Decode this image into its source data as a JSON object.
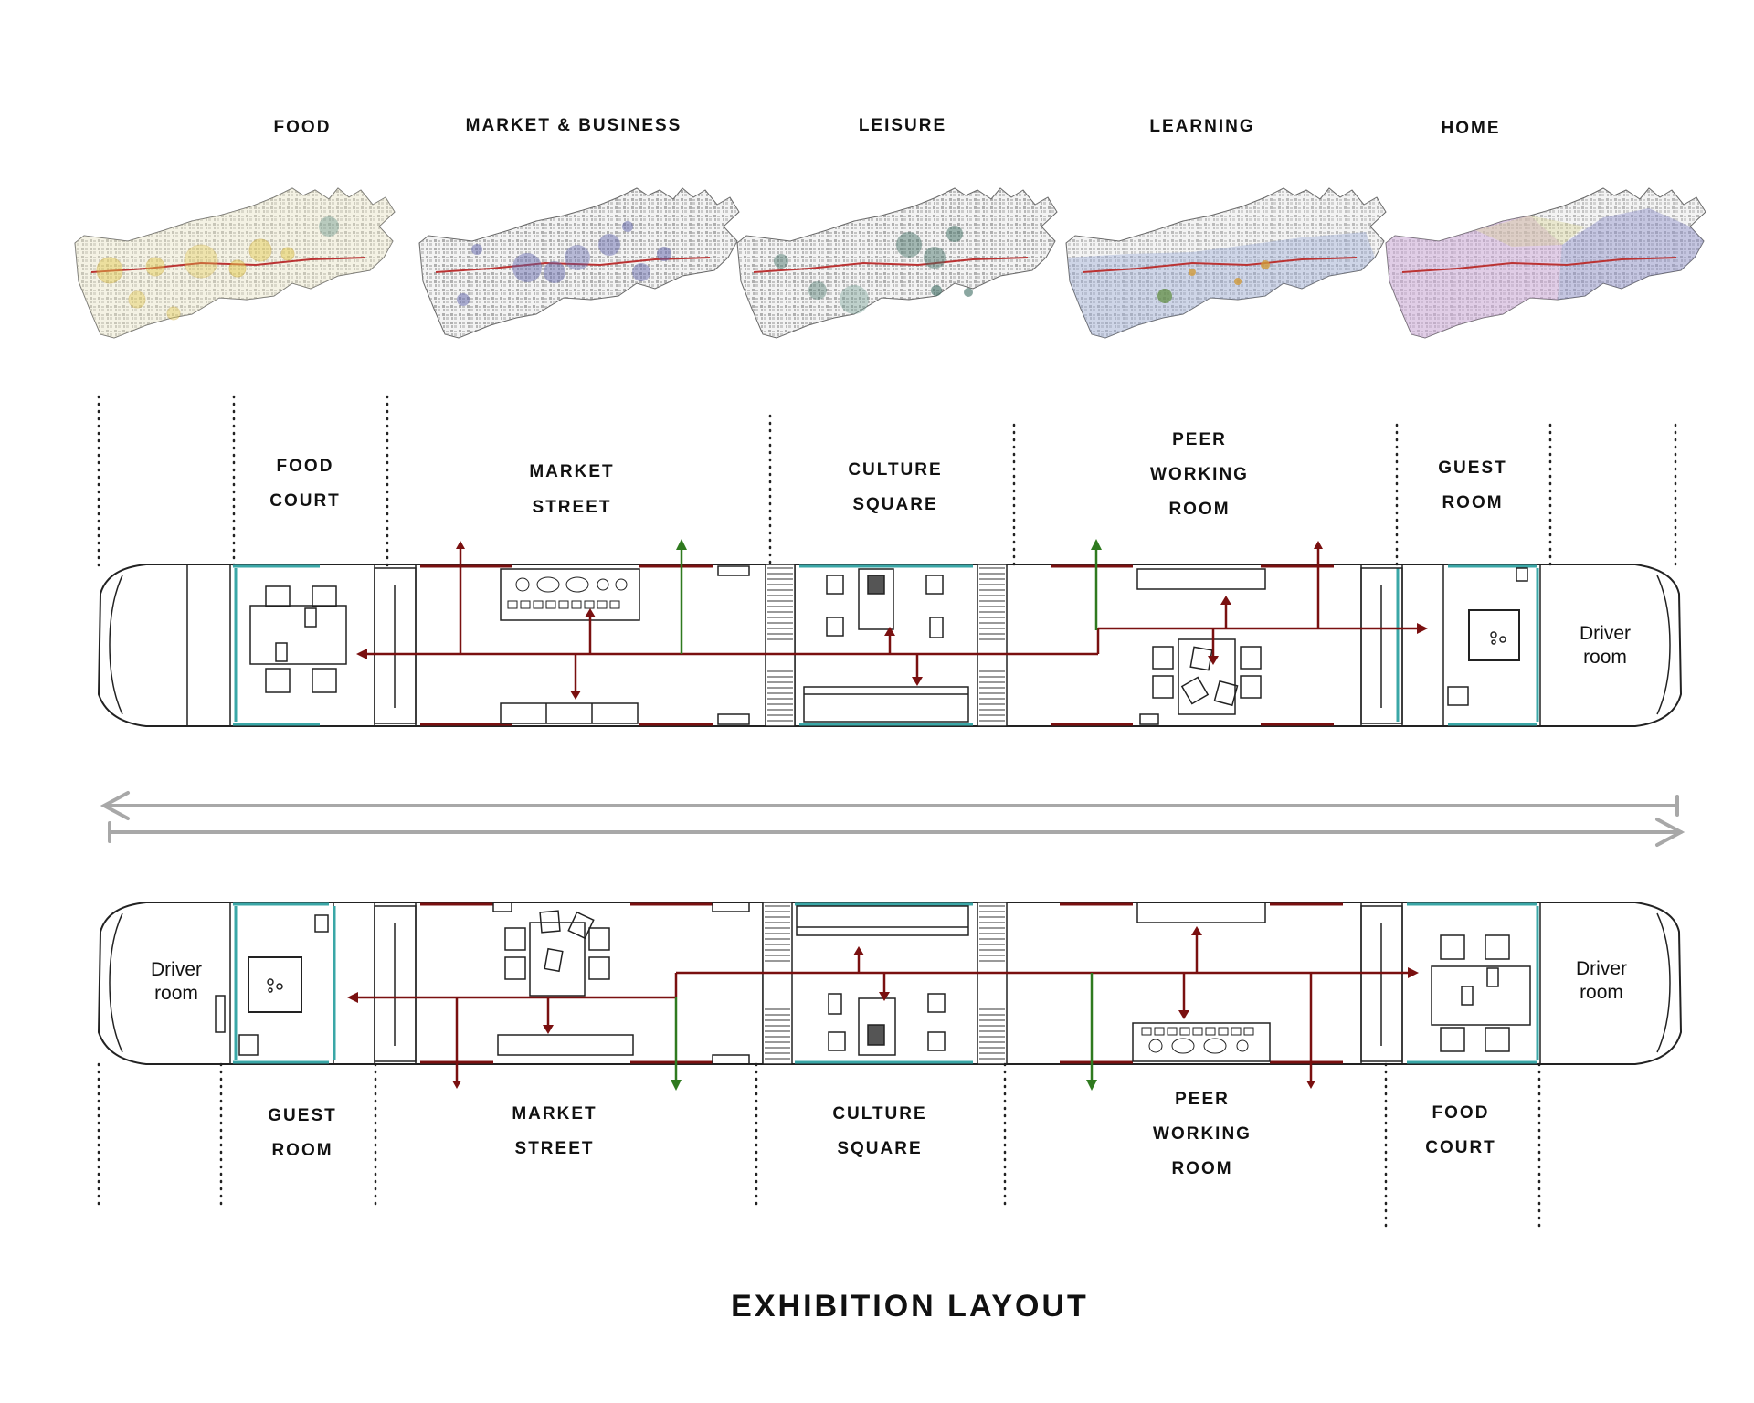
{
  "maps": [
    {
      "label": "FOOD",
      "color": "#e3c94a",
      "tint": "#f6f0c8"
    },
    {
      "label": "MARKET & BUSINESS",
      "color": "#5b5fa8",
      "tint": "#e2e3f2"
    },
    {
      "label": "LEISURE",
      "color": "#3e6d62",
      "tint": "#dfe9e5"
    },
    {
      "label": "LEARNING",
      "color": "#8a9fd0",
      "tint": "#dde3f3"
    },
    {
      "label": "HOME",
      "color": "#c9a0d8",
      "tint": "#eedff2"
    }
  ],
  "upper_zones": [
    {
      "line1": "FOOD",
      "line2": "COURT"
    },
    {
      "line1": "MARKET",
      "line2": "STREET"
    },
    {
      "line1": "CULTURE",
      "line2": "SQUARE"
    },
    {
      "line1": "PEER",
      "line2": "WORKING",
      "line3": "ROOM"
    },
    {
      "line1": "GUEST",
      "line2": "ROOM"
    }
  ],
  "lower_zones": [
    {
      "line1": "GUEST",
      "line2": "ROOM"
    },
    {
      "line1": "MARKET",
      "line2": "STREET"
    },
    {
      "line1": "CULTURE",
      "line2": "SQUARE"
    },
    {
      "line1": "PEER",
      "line2": "WORKING",
      "line3": "ROOM"
    },
    {
      "line1": "FOOD",
      "line2": "COURT"
    }
  ],
  "driver_room": {
    "line1": "Driver",
    "line2": "room"
  },
  "title": "EXHIBITION LAYOUT",
  "colors": {
    "flow": "#7a1010",
    "exit": "#2f7a1f",
    "wall_teal": "#3aa7a7",
    "direction_arrow": "#a8a8a8",
    "plan_line": "#222222"
  }
}
